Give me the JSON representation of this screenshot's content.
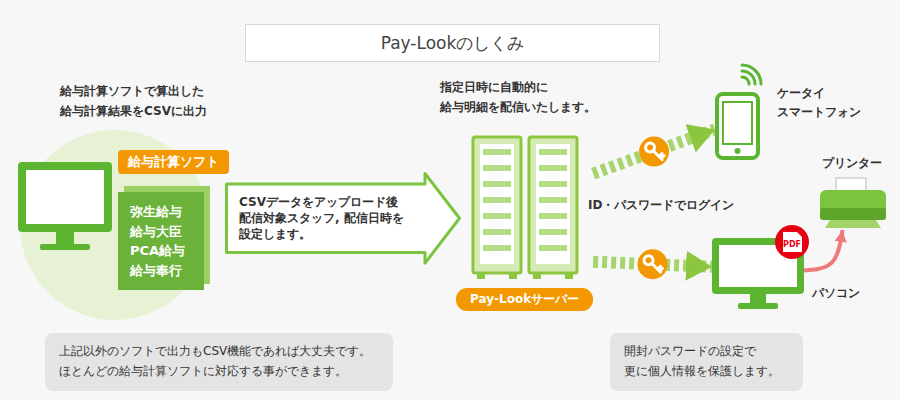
{
  "diagram": {
    "title": "Pay-Lookのしくみ",
    "nodes": [
      {
        "text": [
          "給与計算ソフト",
          "弥生給与 給与大臣 PCA給与 給与奉行"
        ]
      },
      {
        "text": [
          "CSVデータをアップロード後 配信対象スタッフ, 配信日時を 設定します。"
        ]
      },
      {
        "text": [
          "Pay-Lookサーバー"
        ]
      },
      {
        "text": [
          "ケータイ スマートフォン"
        ]
      },
      {
        "text": [
          "パソコン"
        ]
      },
      {
        "text": [
          "プリンター"
        ]
      },
      {
        "text": [
          "上記以外のソフトで出力もCSV機能であれば大丈夫です。 ほとんどの給与計算ソフトに対応する事ができます。"
        ]
      },
      {
        "text": [
          "開封パスワードの設定で 更に個人情報を保護します。"
        ]
      }
    ],
    "edges": [
      {
        "from": 2,
        "to": 3,
        "arrow": "to"
      },
      {
        "from": 2,
        "to": 4,
        "arrow": "to"
      },
      {
        "from": 4,
        "to": 5,
        "arrow": "to"
      }
    ],
    "labels": [
      "給与計算ソフトで算出した 給与計算結果をCSVに出力",
      "指定日時に自動的に 給与明細を配信いたします。",
      "ID・パスワードでログイン",
      "PDF"
    ]
  }
}
